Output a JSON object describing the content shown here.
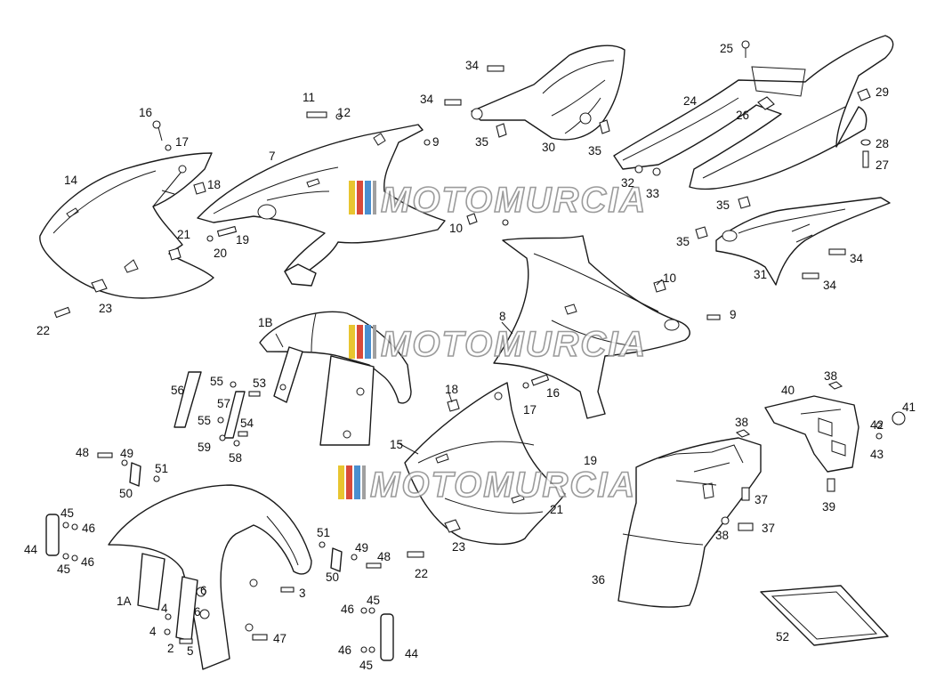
{
  "watermark": {
    "text": "MOTOMURCIA",
    "stripe_colors": [
      "#e8c530",
      "#d94a3a",
      "#4a8fd0",
      "#a0a0a0"
    ]
  },
  "callouts": [
    "1A",
    "1B",
    "2",
    "3",
    "4",
    "4",
    "5",
    "6",
    "6",
    "7",
    "8",
    "9",
    "9",
    "10",
    "10",
    "11",
    "12",
    "14",
    "15",
    "16",
    "16",
    "17",
    "17",
    "18",
    "18",
    "19",
    "19",
    "20",
    "21",
    "21",
    "22",
    "22",
    "23",
    "23",
    "24",
    "25",
    "26",
    "27",
    "28",
    "29",
    "30",
    "31",
    "32",
    "33",
    "34",
    "34",
    "34",
    "34",
    "35",
    "35",
    "35",
    "35",
    "36",
    "37",
    "37",
    "38",
    "38",
    "38",
    "39",
    "40",
    "41",
    "42",
    "43",
    "44",
    "44",
    "45",
    "45",
    "45",
    "45",
    "46",
    "46",
    "46",
    "46",
    "47",
    "48",
    "48",
    "49",
    "49",
    "50",
    "50",
    "51",
    "51",
    "52",
    "53",
    "54",
    "55",
    "55",
    "56",
    "57",
    "58",
    "59"
  ]
}
